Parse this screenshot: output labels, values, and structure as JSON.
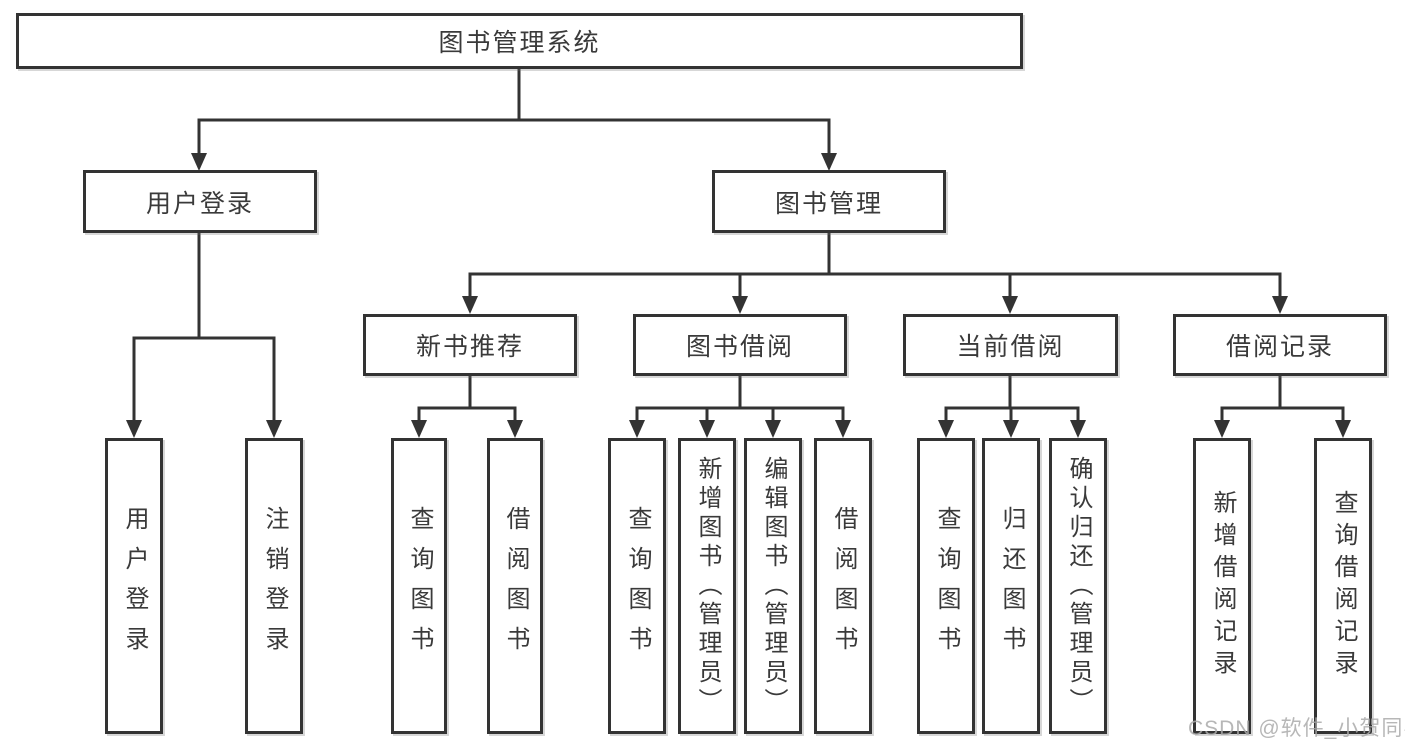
{
  "diagram": {
    "title": "图书管理系统",
    "user_login": {
      "label": "用户登录",
      "children": [
        "用户登录",
        "注销登录"
      ]
    },
    "book_management": {
      "label": "图书管理",
      "sections": {
        "new_book_recommend": {
          "label": "新书推荐",
          "children": [
            "查询图书",
            "借阅图书"
          ]
        },
        "book_borrow": {
          "label": "图书借阅",
          "children": [
            "查询图书",
            "新增图书（管理员）",
            "编辑图书（管理员）",
            "借阅图书"
          ]
        },
        "current_borrow": {
          "label": "当前借阅",
          "children": [
            "查询图书",
            "归还图书",
            "确认归还（管理员）"
          ]
        },
        "borrow_records": {
          "label": "借阅记录",
          "children": [
            "新增借阅记录",
            "查询借阅记录"
          ]
        }
      }
    }
  },
  "watermark": "CSDN @软件_小贺同学",
  "colors": {
    "line": "#333333",
    "box_border": "#333333",
    "text": "#3a3a3a",
    "watermark": "#aaaaaa",
    "background": "#ffffff"
  }
}
